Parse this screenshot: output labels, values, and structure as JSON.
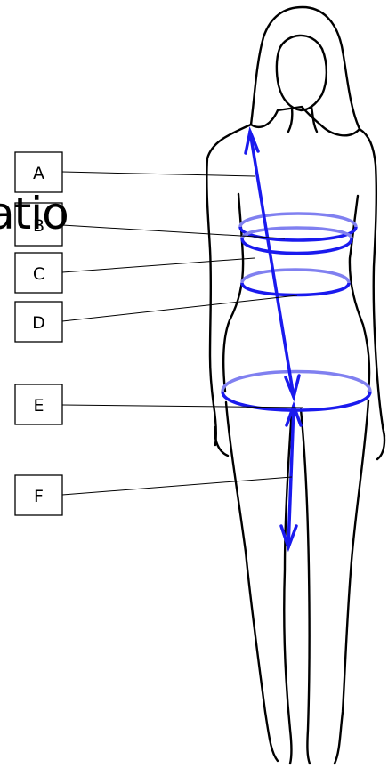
{
  "background_text": "atio",
  "labels": [
    "A",
    "B",
    "C",
    "D",
    "E",
    "F"
  ],
  "colors": {
    "outline": "#000000",
    "measure": "#1a1aee",
    "measure_light": "#8080f0",
    "background": "#ffffff"
  }
}
